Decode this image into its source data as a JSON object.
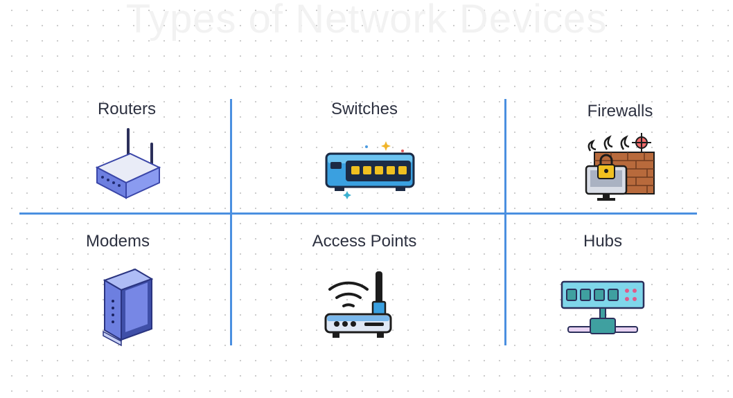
{
  "title": "Types of Network Devices",
  "devices": [
    {
      "label": "Routers",
      "icon": "router-icon"
    },
    {
      "label": "Switches",
      "icon": "switch-icon"
    },
    {
      "label": "Firewalls",
      "icon": "firewall-icon"
    },
    {
      "label": "Modems",
      "icon": "modem-icon"
    },
    {
      "label": "Access Points",
      "icon": "access-point-icon"
    },
    {
      "label": "Hubs",
      "icon": "hub-icon"
    }
  ],
  "colors": {
    "grid_line": "#4a8fe0",
    "label": "#2d3140"
  }
}
